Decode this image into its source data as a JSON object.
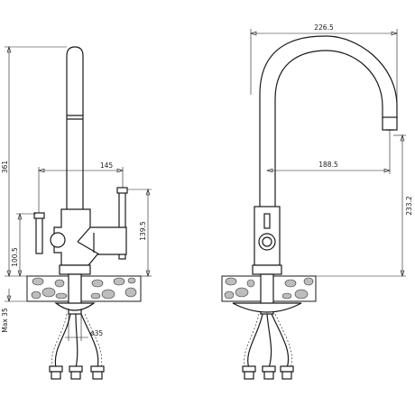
{
  "dimensions": {
    "total_height": "361",
    "handle_spread": "145",
    "left_lever_height": "100.5",
    "right_lever_height": "139.5",
    "max_counter_thickness": "Max 35",
    "hole_diameter": "ø35",
    "spout_reach_total": "226.5",
    "spout_reach": "188.5",
    "spout_outlet_height": "233.2"
  },
  "colors": {
    "line": "#1a1a1a",
    "stone_fill": "#bdbdbd",
    "background": "#ffffff"
  }
}
